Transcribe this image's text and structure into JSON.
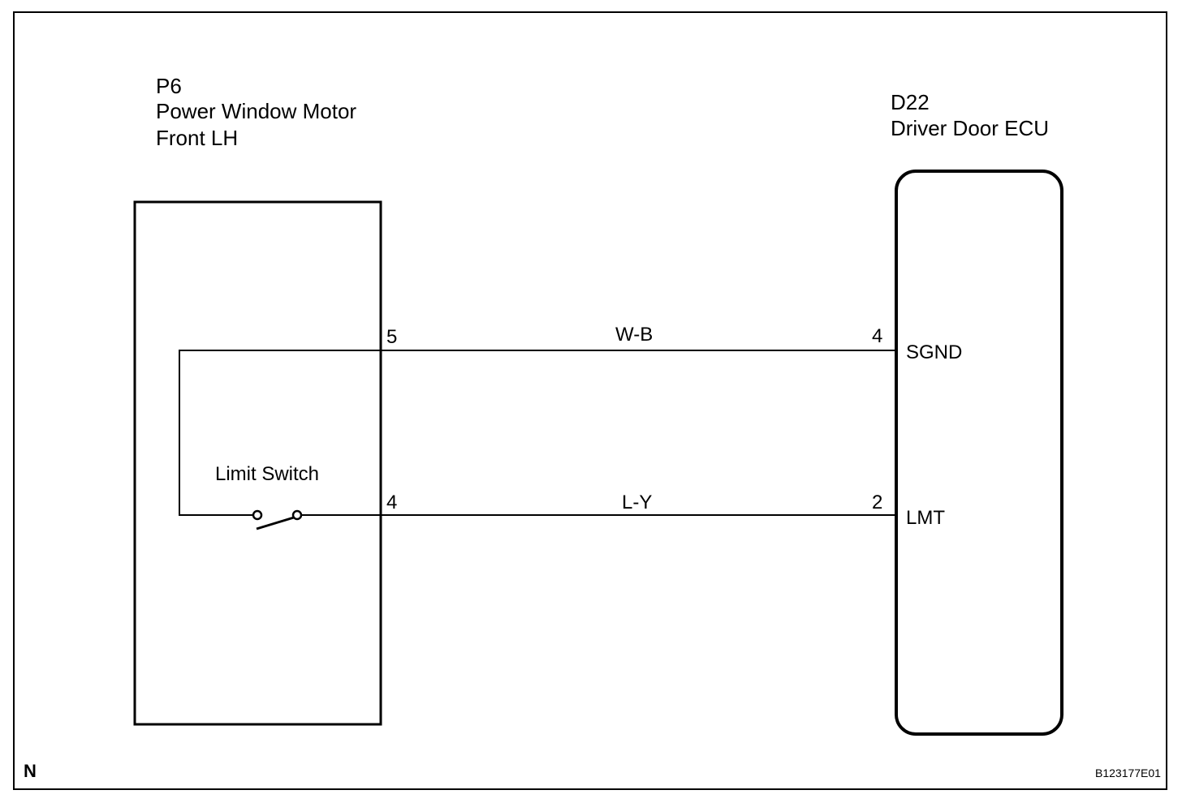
{
  "motor": {
    "code": "P6",
    "name_line1": "Power Window Motor",
    "name_line2": "Front LH",
    "switch_label": "Limit Switch"
  },
  "ecu": {
    "code": "D22",
    "name": "Driver Door ECU"
  },
  "wires": [
    {
      "motor_pin": "5",
      "color": "W-B",
      "ecu_pin": "4",
      "ecu_terminal": "SGND"
    },
    {
      "motor_pin": "4",
      "color": "L-Y",
      "ecu_pin": "2",
      "ecu_terminal": "LMT"
    }
  ],
  "footer": {
    "left_mark": "N",
    "figure_id": "B123177E01"
  },
  "colors": {
    "line": "#000000",
    "background": "#ffffff"
  }
}
